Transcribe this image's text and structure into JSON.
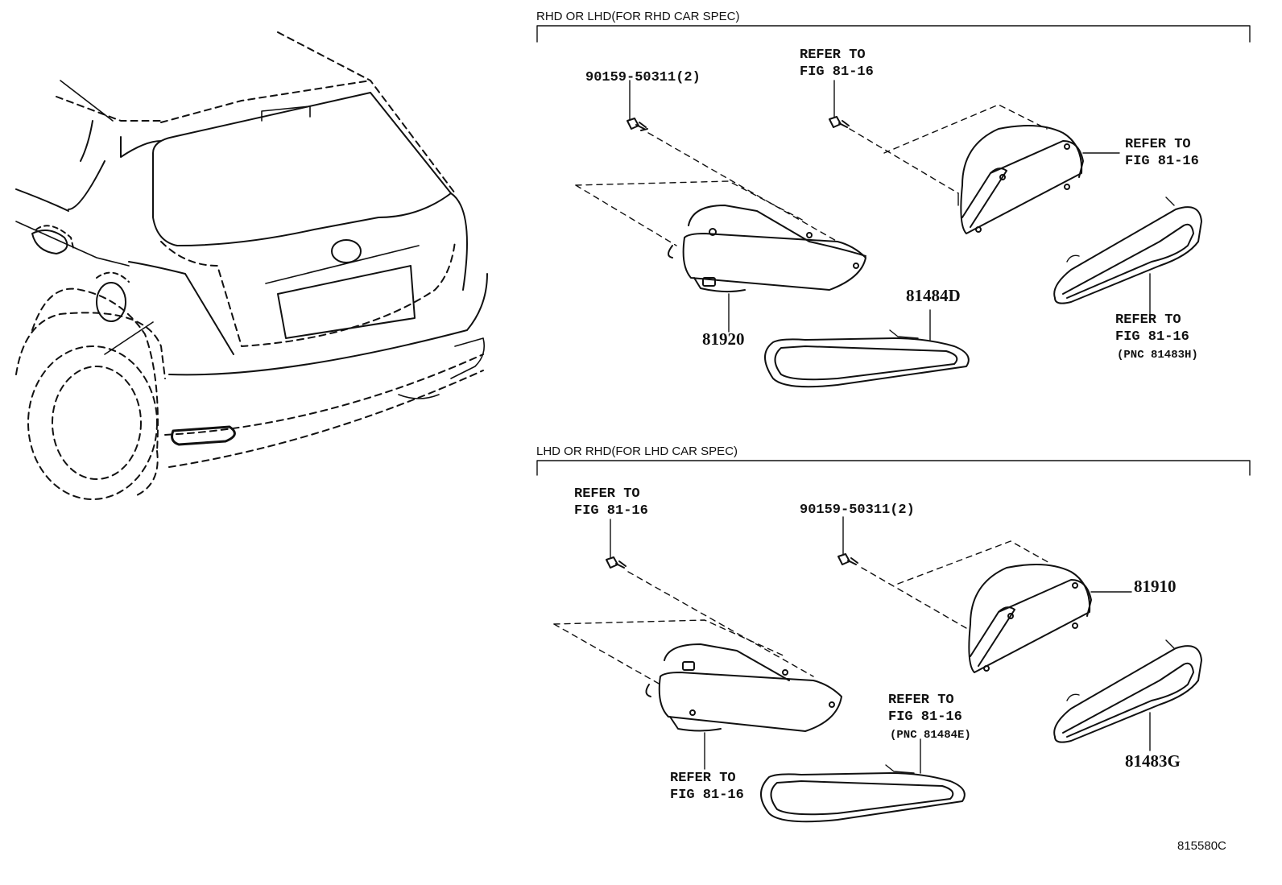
{
  "sections": {
    "top": "RHD OR LHD(FOR RHD CAR SPEC)",
    "bottom": "LHD OR RHD(FOR LHD CAR SPEC)"
  },
  "labels": {
    "top_screw": "90159-50311(2)",
    "top_refer_screw_1": "REFER TO",
    "top_refer_screw_2": "FIG 81-16",
    "top_refer_right_1": "REFER TO",
    "top_refer_right_2": "FIG 81-16",
    "top_part_left": "81920",
    "top_part_bezel": "81484D",
    "top_refer_bezel_1": "REFER TO",
    "top_refer_bezel_2": "FIG 81-16",
    "top_refer_bezel_pnc": "(PNC 81483H)",
    "bot_refer_screw_1": "REFER TO",
    "bot_refer_screw_2": "FIG 81-16",
    "bot_screw": "90159-50311(2)",
    "bot_part_right": "81910",
    "bot_refer_lamp_1": "REFER TO",
    "bot_refer_lamp_2": "FIG 81-16",
    "bot_refer_bezel_1": "REFER TO",
    "bot_refer_bezel_2": "FIG 81-16",
    "bot_refer_bezel_pnc": "(PNC 81484E)",
    "bot_part_bezel": "81483G",
    "diagram_code": "815580C"
  }
}
